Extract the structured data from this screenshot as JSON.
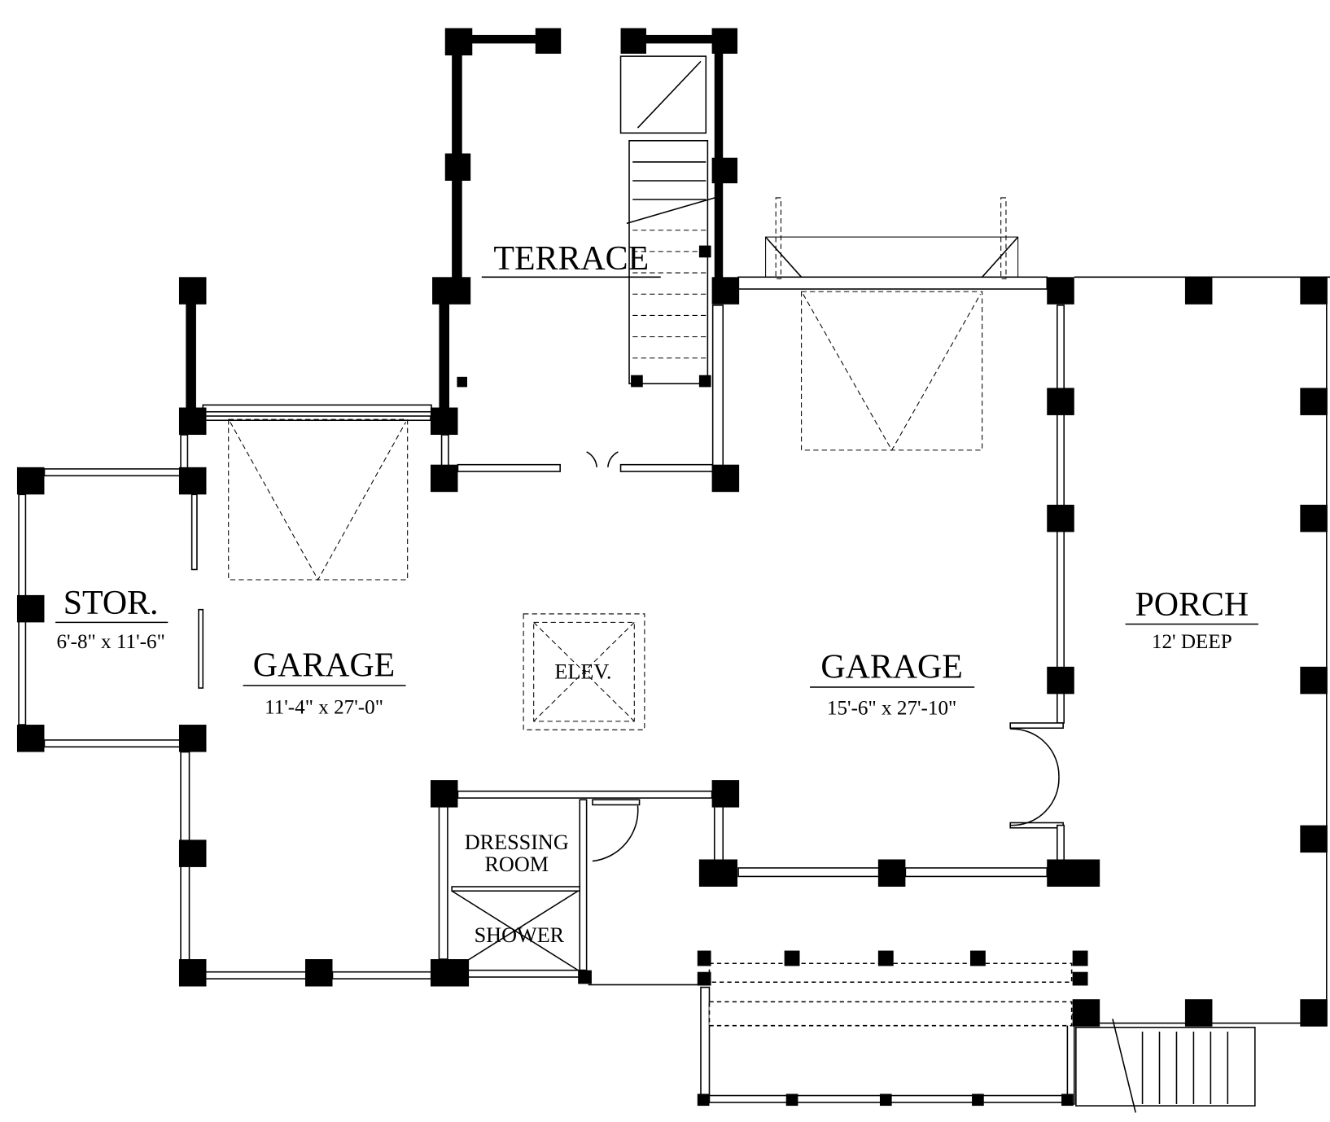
{
  "plan": {
    "rooms": {
      "terrace": {
        "name": "TERRACE"
      },
      "storage": {
        "name": "STOR.",
        "size": "6'-8\" x 11'-6\""
      },
      "garage_left": {
        "name": "GARAGE",
        "size": "11'-4\" x 27'-0\""
      },
      "elevator": {
        "name": "ELEV."
      },
      "garage_right": {
        "name": "GARAGE",
        "size": "15'-6\" x 27'-10\""
      },
      "porch": {
        "name": "PORCH",
        "size": "12' DEEP"
      },
      "dressing": {
        "line1": "DRESSING",
        "line2": "ROOM"
      },
      "shower": {
        "name": "SHOWER"
      }
    }
  }
}
